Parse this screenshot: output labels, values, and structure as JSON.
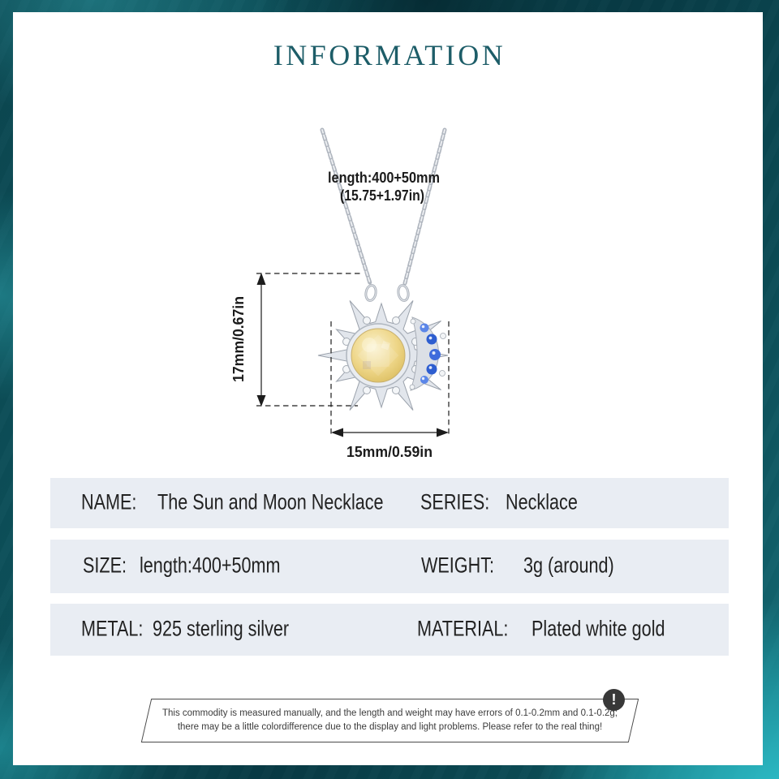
{
  "title": "INFORMATION",
  "theme": {
    "title_color": "#1d5d68",
    "row_bg": "#e9edf3",
    "bg_teal_dark": "#083a44",
    "bg_teal_bright": "#2fc2cd",
    "text_color": "#222222",
    "stone_yellow": "#ecd37f",
    "moon_blue": "#3f6bdc",
    "silver": "#dfe3e9"
  },
  "diagram": {
    "chain_length_label_line1": "length:400+50mm",
    "chain_length_label_line2": "(15.75+1.97in)",
    "height_label": "17mm/0.67in",
    "width_label": "15mm/0.59in"
  },
  "specs": {
    "rows": [
      {
        "label1": "NAME:",
        "value1": "The Sun and Moon Necklace",
        "label2": "SERIES:",
        "value2": "Necklace"
      },
      {
        "label1": "SIZE:",
        "value1": "length:400+50mm",
        "label2": "WEIGHT:",
        "value2": "3g (around)"
      },
      {
        "label1": "METAL:",
        "value1": "925 sterling silver",
        "label2": "MATERIAL:",
        "value2": "Plated white gold"
      }
    ]
  },
  "disclaimer": {
    "line1": "This commodity is measured manually, and the length and weight may have errors of 0.1-0.2mm and 0.1-0.2g;",
    "line2": "there may be a little colordifference due to the display and light problems. Please refer to the real thing!",
    "icon_glyph": "!"
  }
}
